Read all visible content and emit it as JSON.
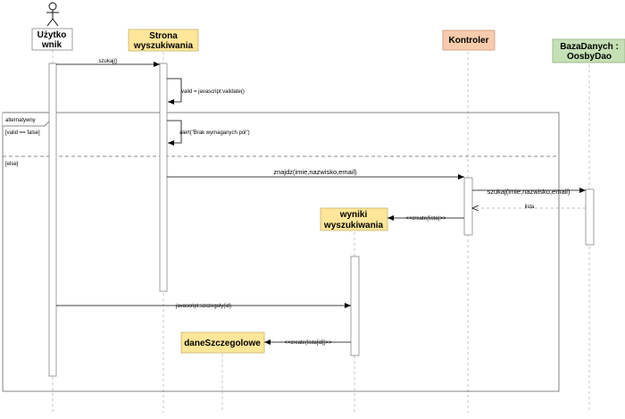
{
  "participants": {
    "user": {
      "line1": "Użytko",
      "line2": "wnik",
      "fill": "#ffffff"
    },
    "strona": {
      "line1": "Strona",
      "line2": "wyszukiwania",
      "fill": "#ffe699"
    },
    "kontroler": {
      "label": "Kontroler",
      "fill": "#f8cbad"
    },
    "bazadanych": {
      "line1": "BazaDanych :",
      "line2": "OosbyDao",
      "fill": "#c5e0b4"
    }
  },
  "objects": {
    "wyniki": {
      "line1": "wyniki",
      "line2": "wyszukiwania",
      "fill": "#ffe699"
    },
    "dane": {
      "label": "daneSzczegolowe",
      "fill": "#ffe699"
    }
  },
  "fragment": {
    "operator": "alternatywny",
    "guard1": "[valid == false]",
    "guard2": "[else]"
  },
  "messages": {
    "szukaj": "szukaj()",
    "validate": "valid = javascript:validate()",
    "alert": "alert(\"Brak wymaganych pól\")",
    "znajdz": "znajdz(imie,nazwisko,email)",
    "szukajDb": "szukaj(imie,nazwisko,email)",
    "lista": "lista",
    "createLista": "<<create(lista)>>",
    "szczegoly": "javascript:szczegoly(id)",
    "createListaId": "<<create(lista[id])>>"
  }
}
